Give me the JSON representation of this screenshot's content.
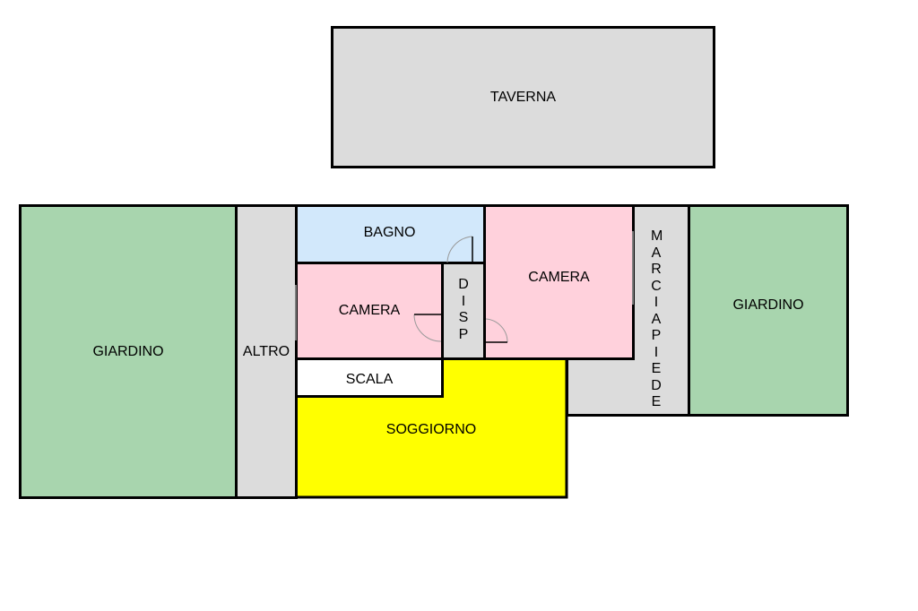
{
  "colors": {
    "garden": "#a8d5ae",
    "other": "#dcdcdc",
    "bath": "#d2e8fb",
    "bedroom": "#ffd1dc",
    "living": "#ffff00",
    "stairs": "#ffffff",
    "tavern": "#dcdcdc"
  },
  "rooms": {
    "taverna": "TAVERNA",
    "giardino_left": "GIARDINO",
    "altro": "ALTRO",
    "bagno": "BAGNO",
    "camera_left": "CAMERA",
    "disp": "DISP",
    "camera_right": "CAMERA",
    "scala": "SCALA",
    "soggiorno": "SOGGIORNO",
    "marciapiede": "MARCIAPIEDE",
    "giardino_right": "GIARDINO"
  }
}
